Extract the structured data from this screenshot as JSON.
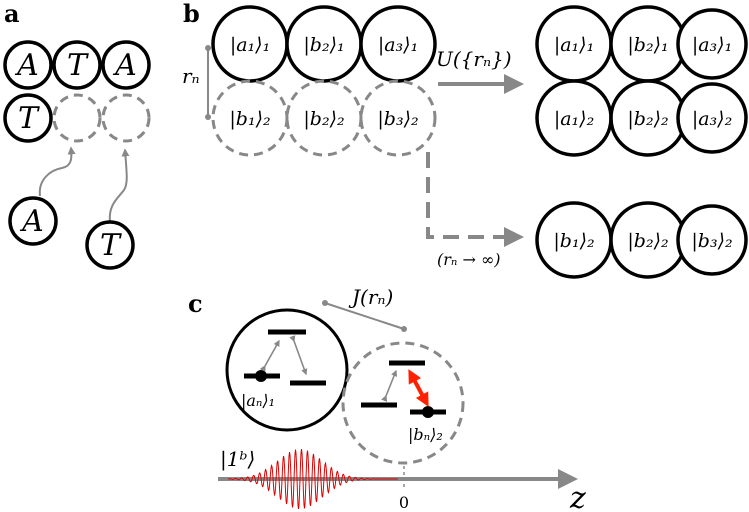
{
  "panel_labels": {
    "a": "a",
    "b": "b",
    "c": "c"
  },
  "panel_a": {
    "row1": [
      "A",
      "T",
      "A"
    ],
    "row2": [
      "T"
    ],
    "incoming": [
      "A",
      "T"
    ]
  },
  "panel_b": {
    "top_row": [
      "|a₁⟩₁",
      "|b₂⟩₁",
      "|a₃⟩₁"
    ],
    "bottom_row": [
      "|b₁⟩₂",
      "|b₂⟩₂",
      "|b₃⟩₂"
    ],
    "distance_label": "rₙ",
    "operator_label": "U({rₙ})",
    "result_row1": [
      "|a₁⟩₁",
      "|b₂⟩₁",
      "|a₃⟩₁"
    ],
    "result_row2": [
      "|a₁⟩₂",
      "|b₂⟩₂",
      "|a₃⟩₂"
    ],
    "limit_label": "(rₙ → ∞)",
    "limit_row": [
      "|b₁⟩₂",
      "|b₂⟩₂",
      "|b₃⟩₂"
    ]
  },
  "panel_c": {
    "coupling_label": "J(rₙ)",
    "atom1_label": "|aₙ⟩₁",
    "atom2_label": "|bₙ⟩₂",
    "photon_label": "|1ᵇ⟩",
    "axis_origin": "0",
    "axis_label": "z",
    "highlight_color": "#ff2200",
    "pulse_color": "#dd0000"
  }
}
